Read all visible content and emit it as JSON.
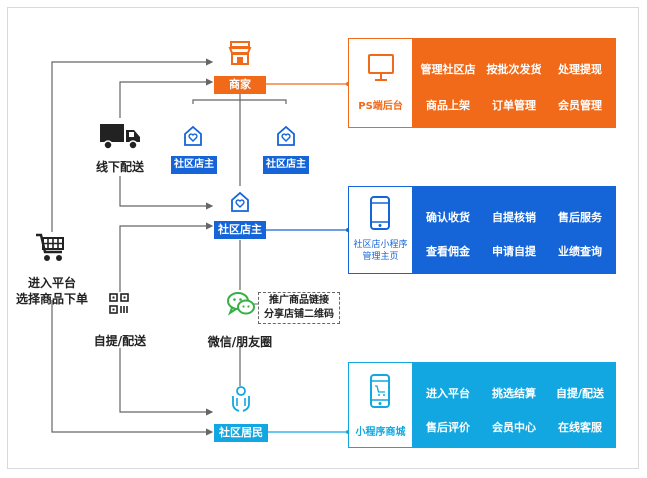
{
  "nodes": {
    "merchant": "商家",
    "owner1": "社区店主",
    "owner2": "社区店主",
    "owner_main": "社区店主",
    "resident": "社区居民"
  },
  "labels": {
    "offline": "线下配送",
    "platform_line1": "进入平台",
    "platform_line2": "选择商品下单",
    "pickup": "自提/配送",
    "wechat": "微信/朋友圈",
    "note_line1": "推广商品链接",
    "note_line2": "分享店铺二维码"
  },
  "panels": {
    "ps": {
      "title": "PS端后台",
      "items": [
        "管理社区店",
        "按批次发货",
        "处理提现",
        "商品上架",
        "订单管理",
        "会员管理"
      ]
    },
    "mini_owner": {
      "title_line1": "社区店小程序",
      "title_line2": "管理主页",
      "items": [
        "确认收货",
        "自提核销",
        "售后服务",
        "查看佣金",
        "申请自提",
        "业绩查询"
      ]
    },
    "mall": {
      "title": "小程序商城",
      "items": [
        "进入平台",
        "挑选结算",
        "自提/配送",
        "售后评价",
        "会员中心",
        "在线客服"
      ]
    }
  },
  "colors": {
    "orange": "#f06a1a",
    "blue": "#1565d8",
    "cyan": "#12a7e0",
    "line": "#666666"
  },
  "icons": [
    "store-icon",
    "truck-icon",
    "house-heart-icon",
    "cart-icon",
    "qrcode-icon",
    "wechat-icon",
    "hands-icon",
    "monitor-icon",
    "phone-icon",
    "mobile-cart-icon"
  ]
}
